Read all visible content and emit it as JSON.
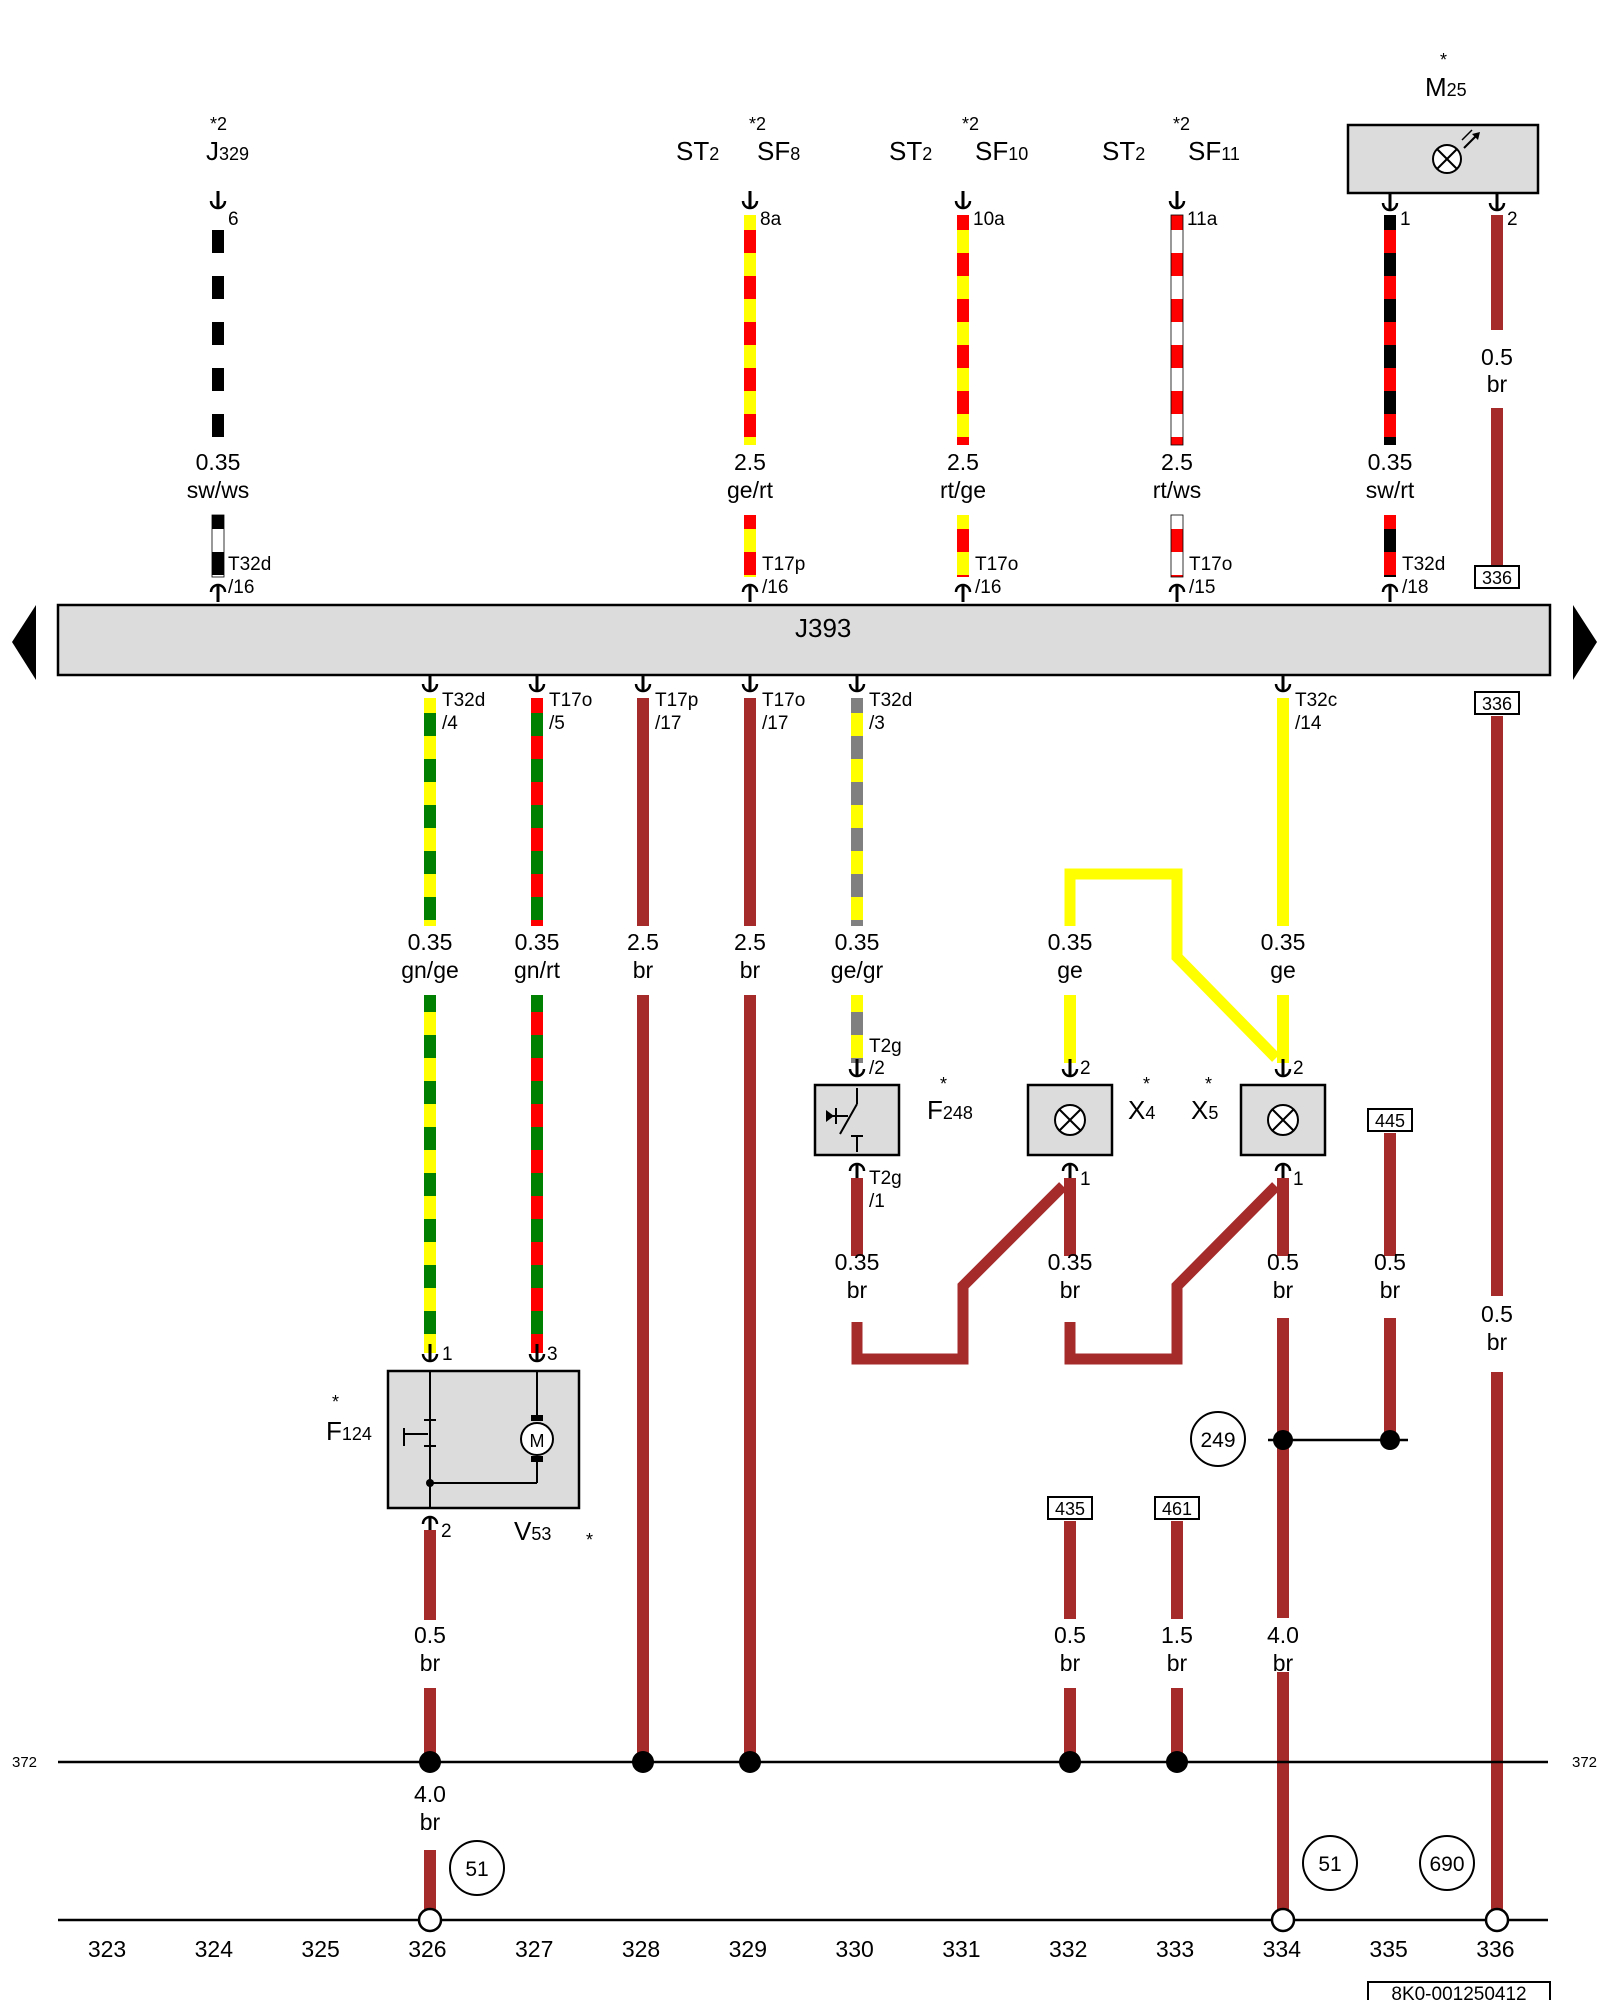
{
  "control_unit": "J393",
  "diagram_id": "8K0-001250412",
  "ground_bus_ref": "372",
  "columns": [
    "323",
    "324",
    "325",
    "326",
    "327",
    "328",
    "329",
    "330",
    "331",
    "332",
    "333",
    "334",
    "335",
    "336"
  ],
  "top_components": {
    "j329": {
      "prefix": "J",
      "num": "329",
      "note": "*2",
      "pin": "6"
    },
    "sf8": {
      "st": "ST",
      "st_num": "2",
      "prefix": "SF",
      "num": "8",
      "note": "*2",
      "pin": "8a"
    },
    "sf10": {
      "st": "ST",
      "st_num": "2",
      "prefix": "SF",
      "num": "10",
      "note": "*2",
      "pin": "10a"
    },
    "sf11": {
      "st": "ST",
      "st_num": "2",
      "prefix": "SF",
      "num": "11",
      "note": "*2",
      "pin": "11a"
    },
    "m25": {
      "prefix": "M",
      "num": "25",
      "note": "*",
      "pin1": "1",
      "pin2": "2"
    }
  },
  "top_wires": [
    {
      "size": "0.35",
      "color": "sw/ws",
      "conn": "T32d",
      "pin": "/16"
    },
    {
      "size": "2.5",
      "color": "ge/rt",
      "conn": "T17p",
      "pin": "/16"
    },
    {
      "size": "2.5",
      "color": "rt/ge",
      "conn": "T17o",
      "pin": "/16"
    },
    {
      "size": "2.5",
      "color": "rt/ws",
      "conn": "T17o",
      "pin": "/15"
    },
    {
      "size": "0.35",
      "color": "sw/rt",
      "conn": "T32d",
      "pin": "/18"
    },
    {
      "size": "0.5",
      "color": "br"
    }
  ],
  "bottom_connectors": [
    {
      "conn": "T32d",
      "pin": "/4"
    },
    {
      "conn": "T17o",
      "pin": "/5"
    },
    {
      "conn": "T17p",
      "pin": "/17"
    },
    {
      "conn": "T17o",
      "pin": "/17"
    },
    {
      "conn": "T32d",
      "pin": "/3"
    },
    {
      "conn": "T32c",
      "pin": "/14"
    }
  ],
  "mid_wires": [
    {
      "size": "0.35",
      "color": "gn/ge"
    },
    {
      "size": "0.35",
      "color": "gn/rt"
    },
    {
      "size": "2.5",
      "color": "br"
    },
    {
      "size": "2.5",
      "color": "br"
    },
    {
      "size": "0.35",
      "color": "ge/gr"
    },
    {
      "size": "0.35",
      "color": "ge"
    },
    {
      "size": "0.35",
      "color": "ge"
    },
    {
      "size": "0.5",
      "color": "br"
    }
  ],
  "lower_wires": [
    {
      "size": "0.35",
      "color": "br"
    },
    {
      "size": "0.35",
      "color": "br"
    },
    {
      "size": "0.5",
      "color": "br"
    },
    {
      "size": "0.5",
      "color": "br"
    }
  ],
  "ground_wires": [
    {
      "size": "0.5",
      "color": "br"
    },
    {
      "size": "0.5",
      "color": "br"
    },
    {
      "size": "1.5",
      "color": "br"
    },
    {
      "size": "4.0",
      "color": "br"
    },
    {
      "size": "4.0",
      "color": "br"
    }
  ],
  "components": {
    "f248": {
      "prefix": "F",
      "num": "248",
      "note": "*",
      "conn_top": "T2g",
      "pin_top": "/2",
      "conn_bot": "T2g",
      "pin_bot": "/1"
    },
    "x4": {
      "prefix": "X",
      "num": "4",
      "note": "*",
      "pin_top": "2",
      "pin_bot": "1"
    },
    "x5": {
      "prefix": "X",
      "num": "5",
      "note": "*",
      "pin_top": "2",
      "pin_bot": "1"
    },
    "f124": {
      "prefix": "F",
      "num": "124",
      "note": "*",
      "pin1": "1",
      "pin3": "3",
      "pin2": "2"
    },
    "v53": {
      "prefix": "V",
      "num": "53",
      "note": "*"
    },
    "motor_symbol": "M"
  },
  "refs": {
    "r336a": "336",
    "r336b": "336",
    "r445": "445",
    "r435": "435",
    "r461": "461",
    "c249": "249",
    "c51a": "51",
    "c51b": "51",
    "c690": "690"
  },
  "colors": {
    "brown": "#A52A2A",
    "yellow": "#FFFF00",
    "red": "#FF0000",
    "green": "#008000",
    "black": "#000000",
    "white": "#FFFFFF",
    "grey": "#808080",
    "box": "#DCDCDC"
  }
}
